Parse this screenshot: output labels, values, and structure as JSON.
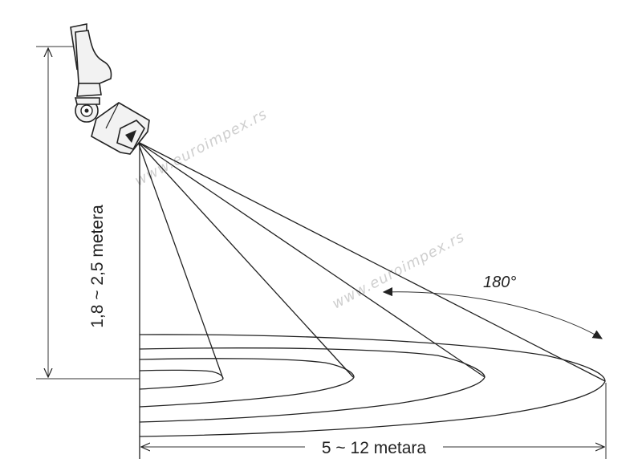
{
  "diagram": {
    "height_label": "1,8 ~ 2,5 metera",
    "distance_label": "5 ~ 12 metara",
    "angle_label": "180°",
    "watermark": "www.euroimpex.rs"
  },
  "colors": {
    "line": "#222222",
    "watermark": "#cfcfcf",
    "background": "#ffffff"
  },
  "icons": [
    "motion-sensor-device-icon"
  ]
}
